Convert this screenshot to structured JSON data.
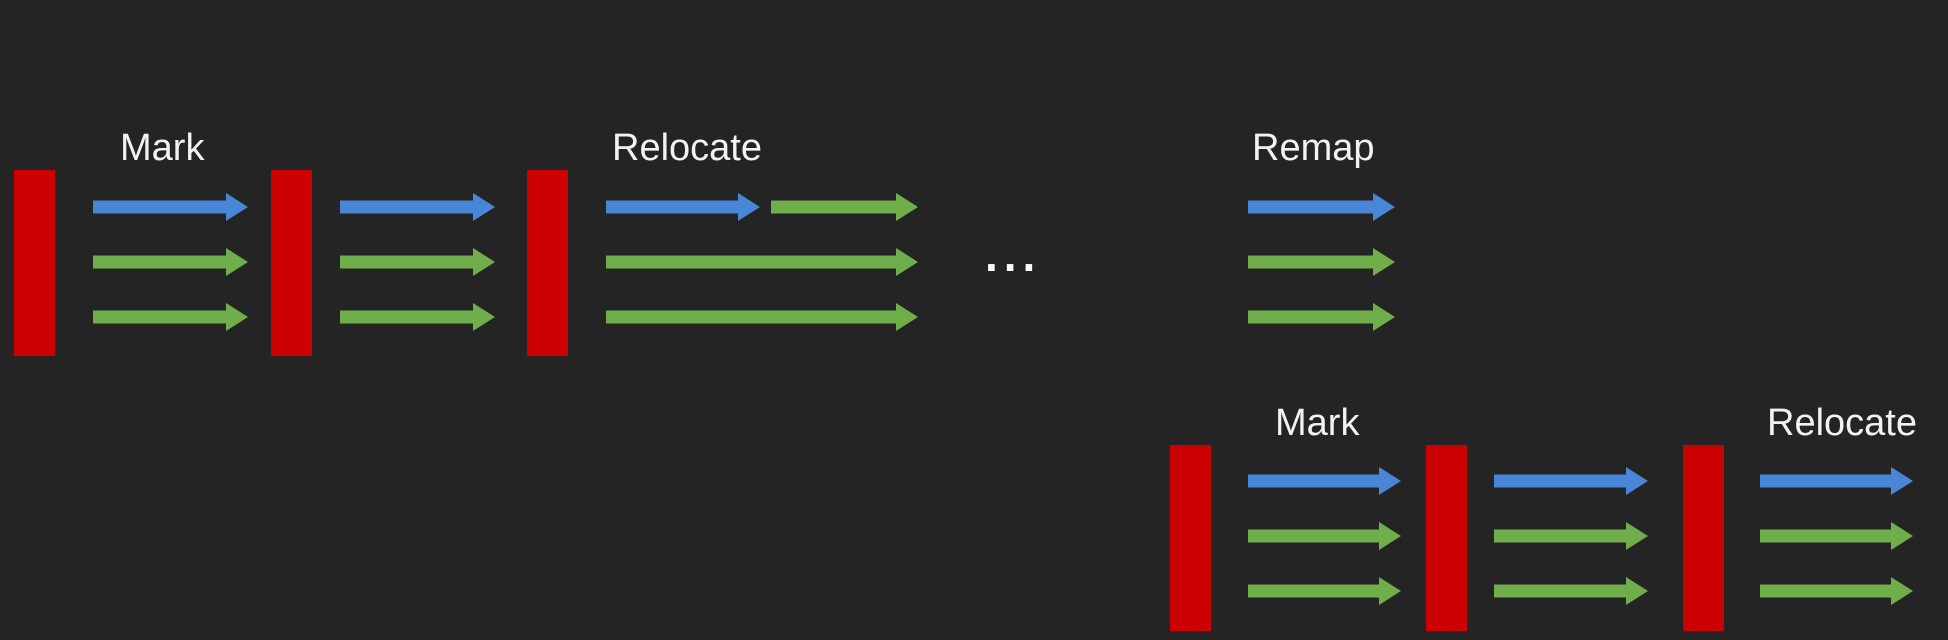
{
  "colors": {
    "background": "#242424",
    "pause": "#cc0000",
    "blue_arrow": "#4a86d8",
    "green_arrow": "#6fae4b",
    "text": "#f2f2f2"
  },
  "cycle1": {
    "mark_label": "Mark",
    "relocate_label": "Relocate",
    "remap_label": "Remap"
  },
  "ellipsis": "...",
  "cycle2": {
    "mark_label": "Mark",
    "relocate_label": "Relocate"
  }
}
